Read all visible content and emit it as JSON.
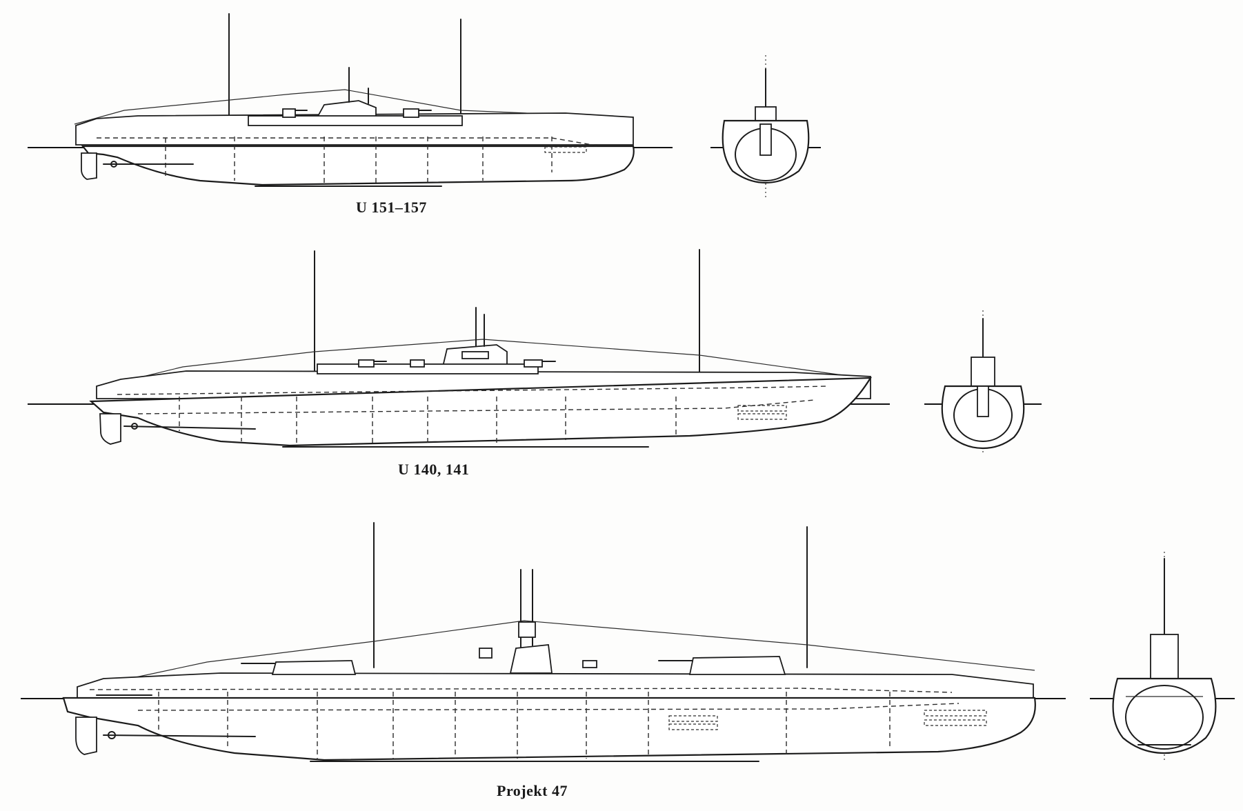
{
  "drawings": [
    {
      "id": "u151",
      "caption": "U 151–157"
    },
    {
      "id": "u140",
      "caption": "U 140, 141"
    },
    {
      "id": "projekt47",
      "caption": "Projekt 47"
    }
  ]
}
